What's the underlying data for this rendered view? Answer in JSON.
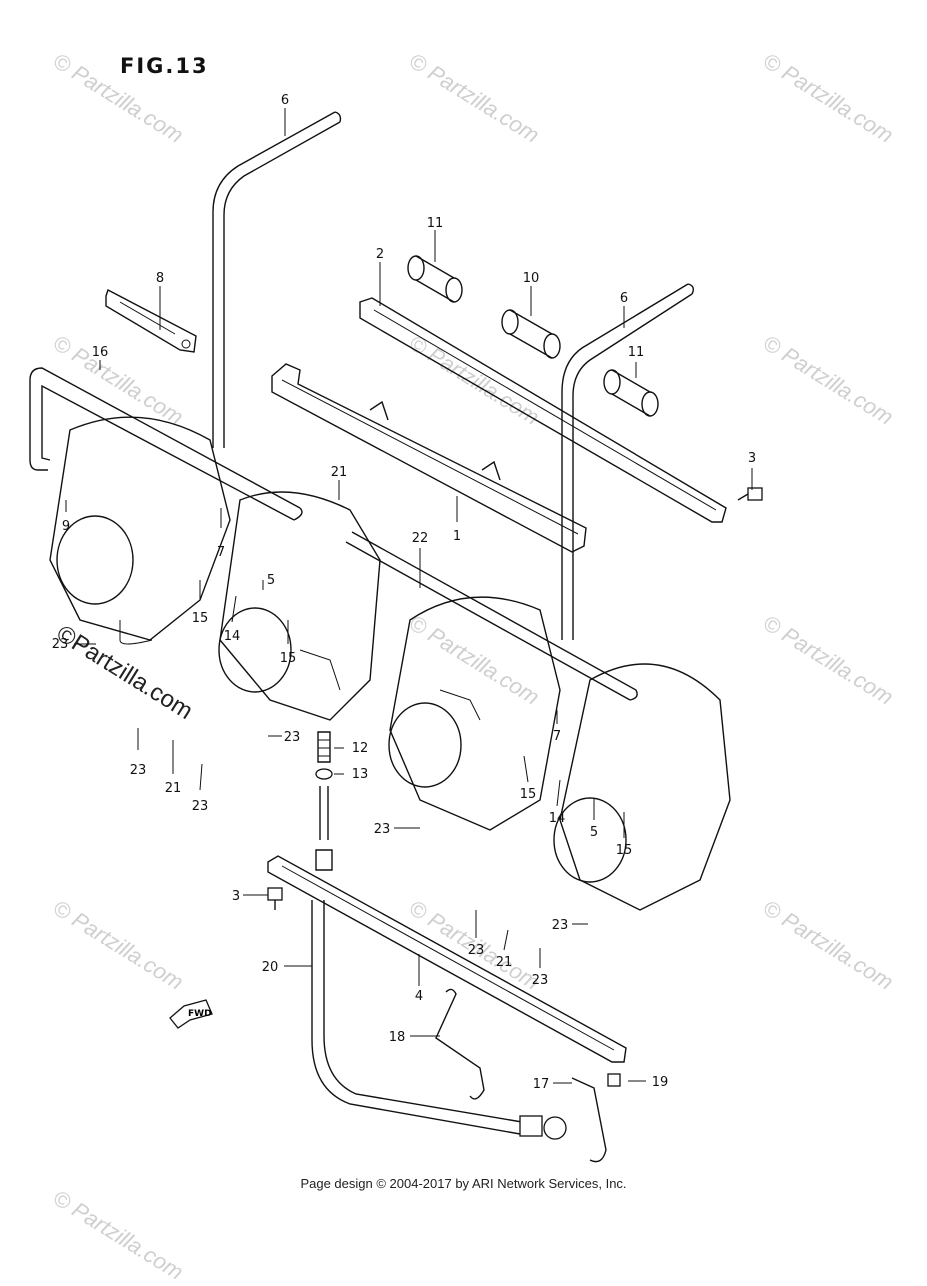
{
  "figure": {
    "title": "FIG.13"
  },
  "footer": {
    "text": "Page design © 2004-2017 by ARI Network Services, Inc."
  },
  "watermark": {
    "text": "© Partzilla.com",
    "dark_text": "©Partzilla.com"
  },
  "fwd_badge": {
    "text": "FWD"
  },
  "callouts": [
    {
      "id": "c6a",
      "label": "6"
    },
    {
      "id": "c8",
      "label": "8"
    },
    {
      "id": "c16",
      "label": "16"
    },
    {
      "id": "c11a",
      "label": "11"
    },
    {
      "id": "c2",
      "label": "2"
    },
    {
      "id": "c10",
      "label": "10"
    },
    {
      "id": "c6b",
      "label": "6"
    },
    {
      "id": "c11b",
      "label": "11"
    },
    {
      "id": "c3a",
      "label": "3"
    },
    {
      "id": "c21a",
      "label": "21"
    },
    {
      "id": "c9",
      "label": "9"
    },
    {
      "id": "c7a",
      "label": "7"
    },
    {
      "id": "c5a",
      "label": "5"
    },
    {
      "id": "c15a",
      "label": "15"
    },
    {
      "id": "c14a",
      "label": "14"
    },
    {
      "id": "c15b",
      "label": "15"
    },
    {
      "id": "c1",
      "label": "1"
    },
    {
      "id": "c22",
      "label": "22"
    },
    {
      "id": "c23a",
      "label": "23"
    },
    {
      "id": "c23b",
      "label": "23"
    },
    {
      "id": "c21b",
      "label": "21"
    },
    {
      "id": "c23c",
      "label": "23"
    },
    {
      "id": "c23d",
      "label": "23"
    },
    {
      "id": "c12",
      "label": "12"
    },
    {
      "id": "c13",
      "label": "13"
    },
    {
      "id": "c7b",
      "label": "7"
    },
    {
      "id": "c15c",
      "label": "15"
    },
    {
      "id": "c14b",
      "label": "14"
    },
    {
      "id": "c5b",
      "label": "5"
    },
    {
      "id": "c15d",
      "label": "15"
    },
    {
      "id": "c23e",
      "label": "23"
    },
    {
      "id": "c3b",
      "label": "3"
    },
    {
      "id": "c23f",
      "label": "23"
    },
    {
      "id": "c23g",
      "label": "23"
    },
    {
      "id": "c21c",
      "label": "21"
    },
    {
      "id": "c23h",
      "label": "23"
    },
    {
      "id": "c20",
      "label": "20"
    },
    {
      "id": "c4",
      "label": "4"
    },
    {
      "id": "c18",
      "label": "18"
    },
    {
      "id": "c17",
      "label": "17"
    },
    {
      "id": "c19",
      "label": "19"
    }
  ]
}
